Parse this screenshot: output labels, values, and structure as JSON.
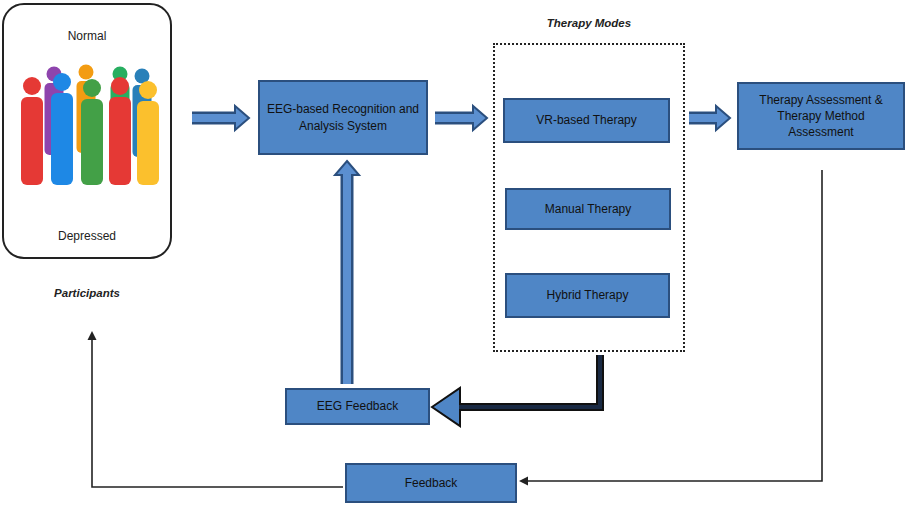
{
  "diagram": {
    "nodes": [
      {
        "text": [
          "Normal",
          "Depressed",
          "Participants"
        ]
      },
      {
        "text": [
          "EEG-based Recognition and Analysis System"
        ]
      },
      {
        "text": [
          "Therapy Modes"
        ]
      },
      {
        "text": [
          "VR-based Therapy"
        ],
        "in": 2
      },
      {
        "text": [
          "Manual Therapy"
        ],
        "in": 2
      },
      {
        "text": [
          "Hybrid Therapy"
        ],
        "in": 2
      },
      {
        "text": [
          "Therapy Assessment & Therapy Method Assessment"
        ]
      },
      {
        "text": [
          "EEG Feedback"
        ]
      },
      {
        "text": [
          "Feedback"
        ]
      }
    ],
    "edges": [
      {
        "from": 0,
        "to": 1,
        "arrow": "to"
      },
      {
        "from": 1,
        "to": 2,
        "arrow": "to"
      },
      {
        "from": 2,
        "to": 6,
        "arrow": "to"
      },
      {
        "from": 2,
        "to": 7,
        "arrow": "to"
      },
      {
        "from": 7,
        "to": 1,
        "arrow": "to"
      },
      {
        "from": 6,
        "to": 8,
        "arrow": "to"
      },
      {
        "from": 8,
        "to": 0,
        "arrow": "to"
      }
    ]
  }
}
